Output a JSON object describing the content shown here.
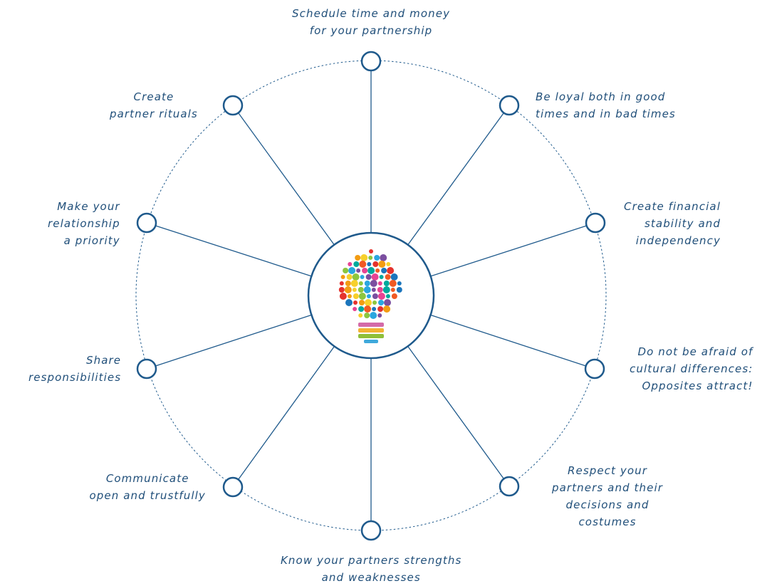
{
  "colors": {
    "line": "#1f5a8c",
    "text": "#1f4e79",
    "node_fill": "#ffffff"
  },
  "hub": {
    "icon": "lightbulb-gears-icon"
  },
  "spokes": [
    {
      "id": "top",
      "lines": [
        "Schedule time and money",
        "for your partnership"
      ]
    },
    {
      "id": "upper-right",
      "lines": [
        "Be loyal both in good",
        "times and in bad times"
      ]
    },
    {
      "id": "right-upper",
      "lines": [
        "Create financial",
        "stability and",
        "independency"
      ]
    },
    {
      "id": "right-lower",
      "lines": [
        "Do not be afraid of",
        "cultural differences:",
        "Opposites attract!"
      ]
    },
    {
      "id": "lower-right",
      "lines": [
        "Respect your",
        "partners and their",
        "decisions and",
        "costumes"
      ]
    },
    {
      "id": "bottom",
      "lines": [
        "Know your partners strengths",
        "and weaknesses"
      ]
    },
    {
      "id": "lower-left",
      "lines": [
        "Communicate",
        "open and trustfully"
      ]
    },
    {
      "id": "left-lower",
      "lines": [
        "Share",
        "responsibilities"
      ]
    },
    {
      "id": "left-upper",
      "lines": [
        "Make your",
        "relationship",
        "a priority"
      ]
    },
    {
      "id": "upper-left",
      "lines": [
        "Create",
        "partner rituals"
      ]
    }
  ]
}
